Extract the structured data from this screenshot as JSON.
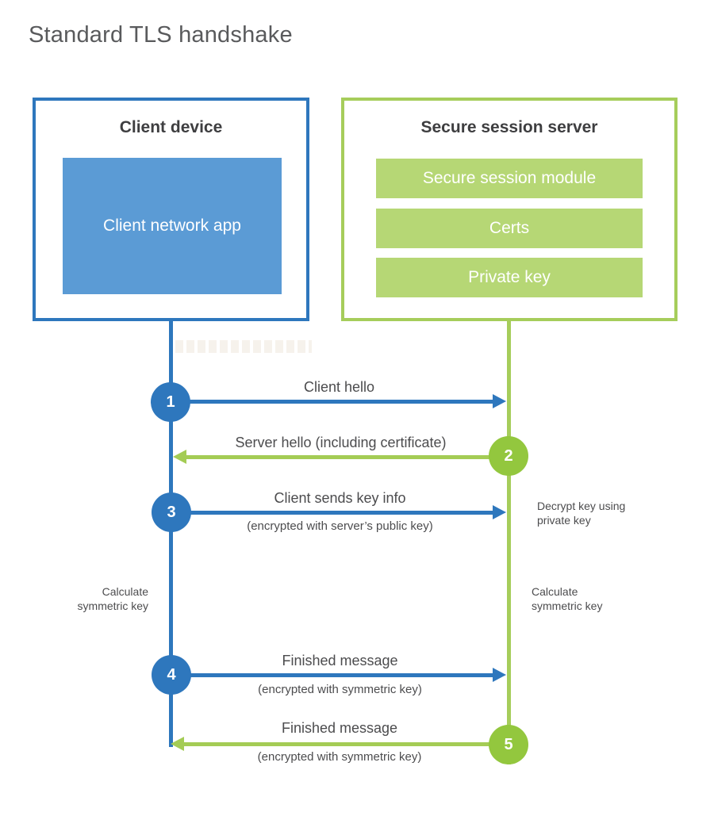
{
  "title": "Standard TLS handshake",
  "colors": {
    "blue": "#2e77bd",
    "blue_fill": "#5b9bd5",
    "green_border": "#a6cd5b",
    "green_fill": "#b6d775",
    "green_circle": "#93c73e",
    "title_text": "#595a5c",
    "heading_text": "#3e3e40",
    "label_text": "#4c4c4e"
  },
  "client": {
    "title": "Client device",
    "module": "Client network app"
  },
  "server": {
    "title": "Secure session server",
    "modules": [
      "Secure session module",
      "Certs",
      "Private key"
    ]
  },
  "steps": [
    {
      "num": "1",
      "actor": "client",
      "direction": "right",
      "label": "Client hello",
      "sublabel": ""
    },
    {
      "num": "2",
      "actor": "server",
      "direction": "left",
      "label": "Server hello (including certificate)",
      "sublabel": ""
    },
    {
      "num": "3",
      "actor": "client",
      "direction": "right",
      "label": "Client sends key info",
      "sublabel": "(encrypted with server’s public key)"
    },
    {
      "num": "4",
      "actor": "client",
      "direction": "right",
      "label": "Finished message",
      "sublabel": "(encrypted with symmetric key)"
    },
    {
      "num": "5",
      "actor": "server",
      "direction": "left",
      "label": "Finished message",
      "sublabel": "(encrypted with symmetric key)"
    }
  ],
  "notes": {
    "decrypt": "Decrypt key using\nprivate key",
    "calc_left": "Calculate\nsymmetric key",
    "calc_right": "Calculate\nsymmetric key"
  }
}
